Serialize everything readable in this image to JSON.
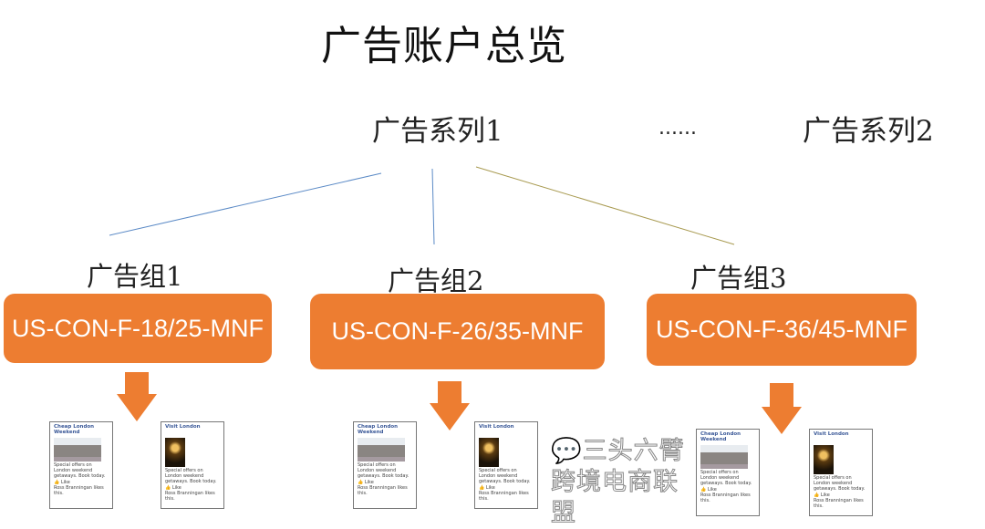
{
  "title": "广告账户总览",
  "campaigns": [
    "广告系列1",
    "广告系列2"
  ],
  "ellipsis": "......",
  "groups": [
    {
      "label": "广告组1",
      "name": "US-CON-F-18/25-MNF"
    },
    {
      "label": "广告组2",
      "name": "US-CON-F-26/35-MNF"
    },
    {
      "label": "广告组3",
      "name": "US-CON-F-36/45-MNF"
    }
  ],
  "ads": [
    {
      "title": "Cheap London Weekend",
      "body": "Special offers on London weekend getaways. Book today.",
      "like": "Like",
      "social": "Ross Branningan likes this."
    },
    {
      "title": "Visit London",
      "body": "Special offers on London weekend getaways. Book today.",
      "like": "Like",
      "social": "Ross Branningan likes this."
    }
  ],
  "watermark": "三头六臂跨境电商联盟",
  "colors": {
    "box": "#ed7d31",
    "arrow": "#ed7d31"
  }
}
